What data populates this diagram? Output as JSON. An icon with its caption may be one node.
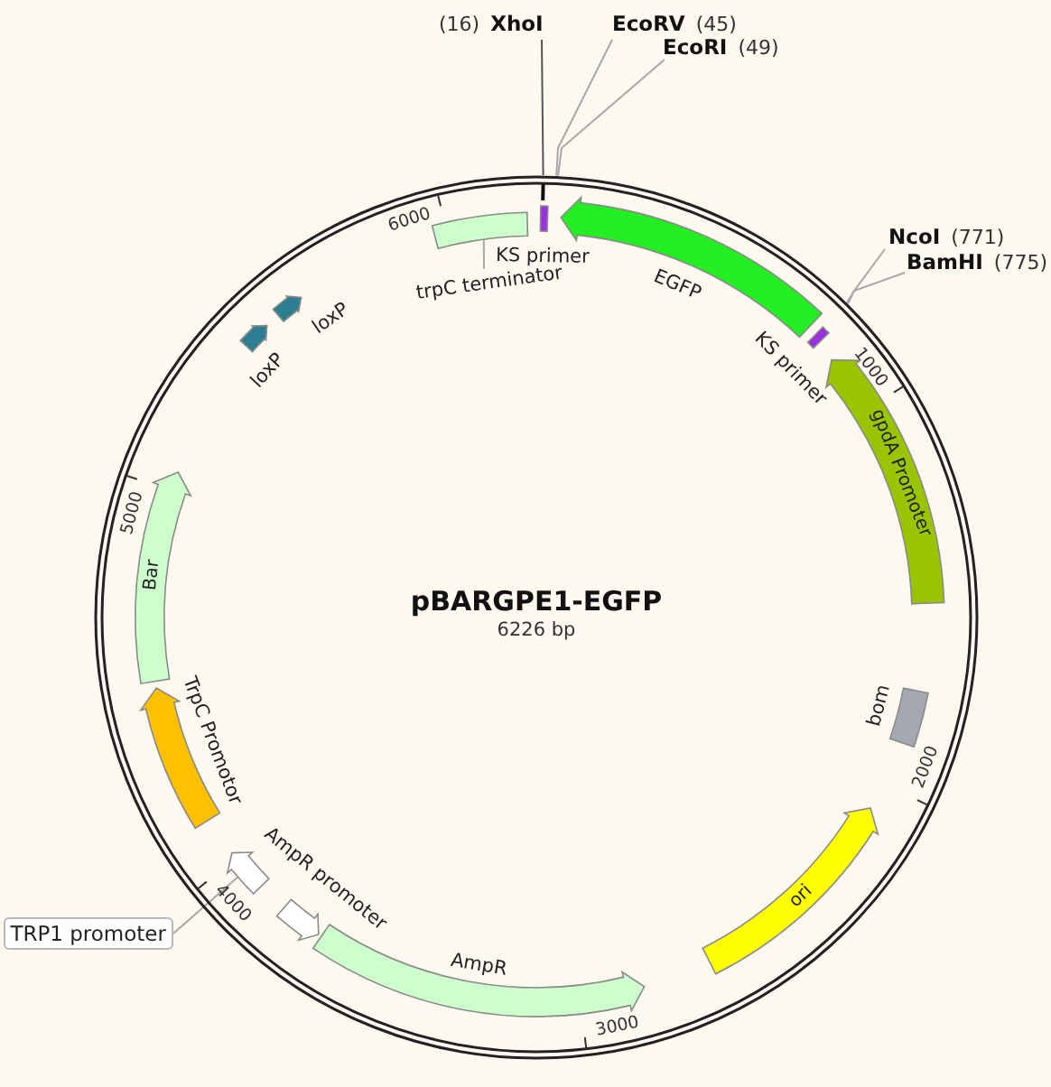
{
  "diagram": {
    "title": "pBARGPE1-EGFP",
    "nodes": [
      {
        "text": [
          "XhoI"
        ],
        "beside": [
          "(16)"
        ]
      },
      {
        "text": [
          "EcoRV"
        ],
        "beside": [
          "(45)"
        ]
      },
      {
        "text": [
          "EcoRI"
        ],
        "beside": [
          "(49)"
        ]
      },
      {
        "text": [
          "NcoI"
        ],
        "beside": [
          "(771)"
        ]
      },
      {
        "text": [
          "BamHI"
        ],
        "beside": [
          "(775)"
        ]
      },
      {
        "text": [],
        "shape": "bar"
      },
      {
        "text": [
          "KS primer"
        ]
      },
      {
        "text": [
          "trpC terminator"
        ]
      },
      {
        "text": [
          "EGFP"
        ]
      },
      {
        "text": [
          "KS primer"
        ]
      },
      {
        "text": [
          "loxP"
        ]
      },
      {
        "text": [
          "loxP"
        ]
      },
      {
        "text": [
          "gpdA Promoter"
        ]
      },
      {
        "text": [
          "Bar"
        ]
      },
      {
        "text": [
          "bom"
        ]
      },
      {
        "text": [
          "TrpC Promotor"
        ]
      },
      {
        "text": [],
        "shape": "arrow"
      },
      {
        "text": [
          "AmpR promoter"
        ]
      },
      {
        "text": [
          "TRP1 promoter"
        ]
      },
      {
        "text": [
          "ori"
        ]
      },
      {
        "text": [
          "AmpR"
        ]
      }
    ],
    "edges": [
      {
        "from": 0,
        "to": null,
        "arrow": "none",
        "color": "#555555"
      },
      {
        "from": 1,
        "to": null,
        "arrow": "none"
      },
      {
        "from": 2,
        "to": null,
        "arrow": "none"
      },
      {
        "from": 3,
        "to": null,
        "arrow": "none"
      },
      {
        "from": 4,
        "to": null,
        "arrow": "none"
      },
      {
        "from": 7,
        "to": 5,
        "arrow": "none"
      },
      {
        "from": 18,
        "to": 16,
        "arrow": "none"
      }
    ],
    "labels": [
      "6000",
      "1000",
      "5000",
      "6226 bp",
      "2000",
      "4000",
      "3000"
    ]
  }
}
